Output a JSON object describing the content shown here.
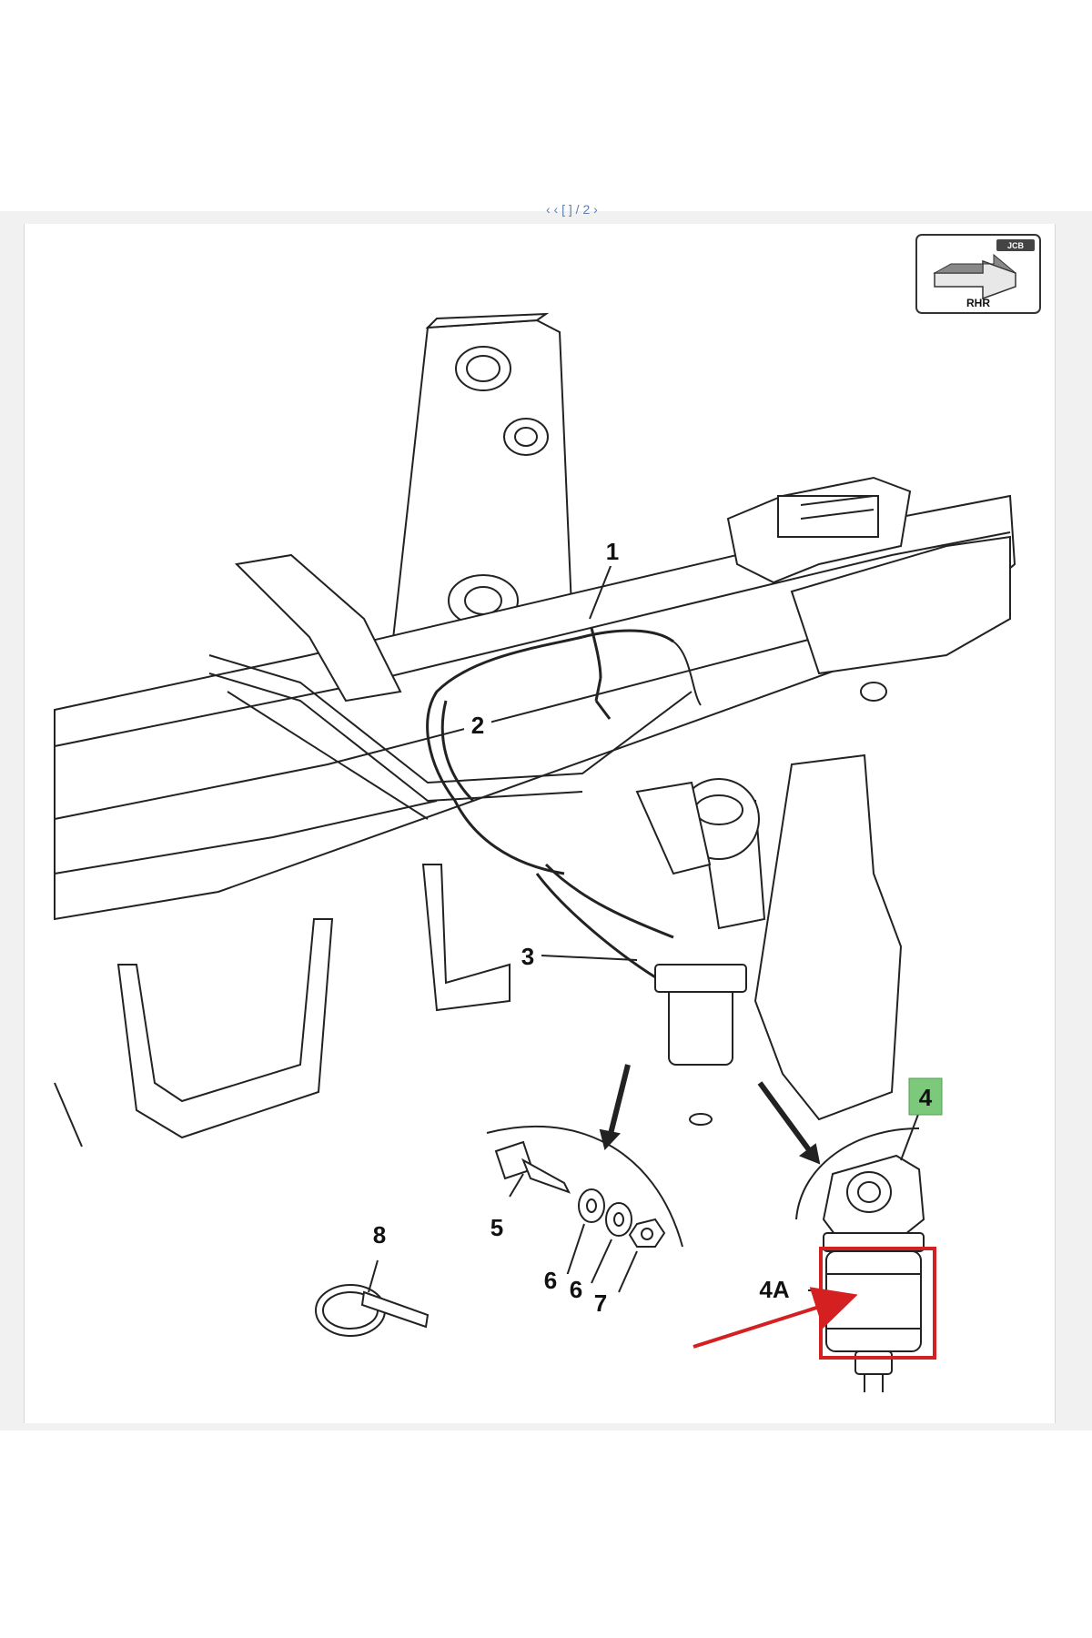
{
  "viewer": {
    "page_nav_text": "‹ ‹ [  ] / 2 ›"
  },
  "badge": {
    "label": "RHR",
    "logo": "JCB"
  },
  "callouts": {
    "c1": "1",
    "c2": "2",
    "c3": "3",
    "c4": "4",
    "c4a": "4A",
    "c5": "5",
    "c6a": "6",
    "c6b": "6",
    "c7": "7",
    "c8": "8"
  },
  "colors": {
    "highlight_green": "#7cc97c",
    "annotation_red": "#d42020",
    "line": "#222222"
  }
}
